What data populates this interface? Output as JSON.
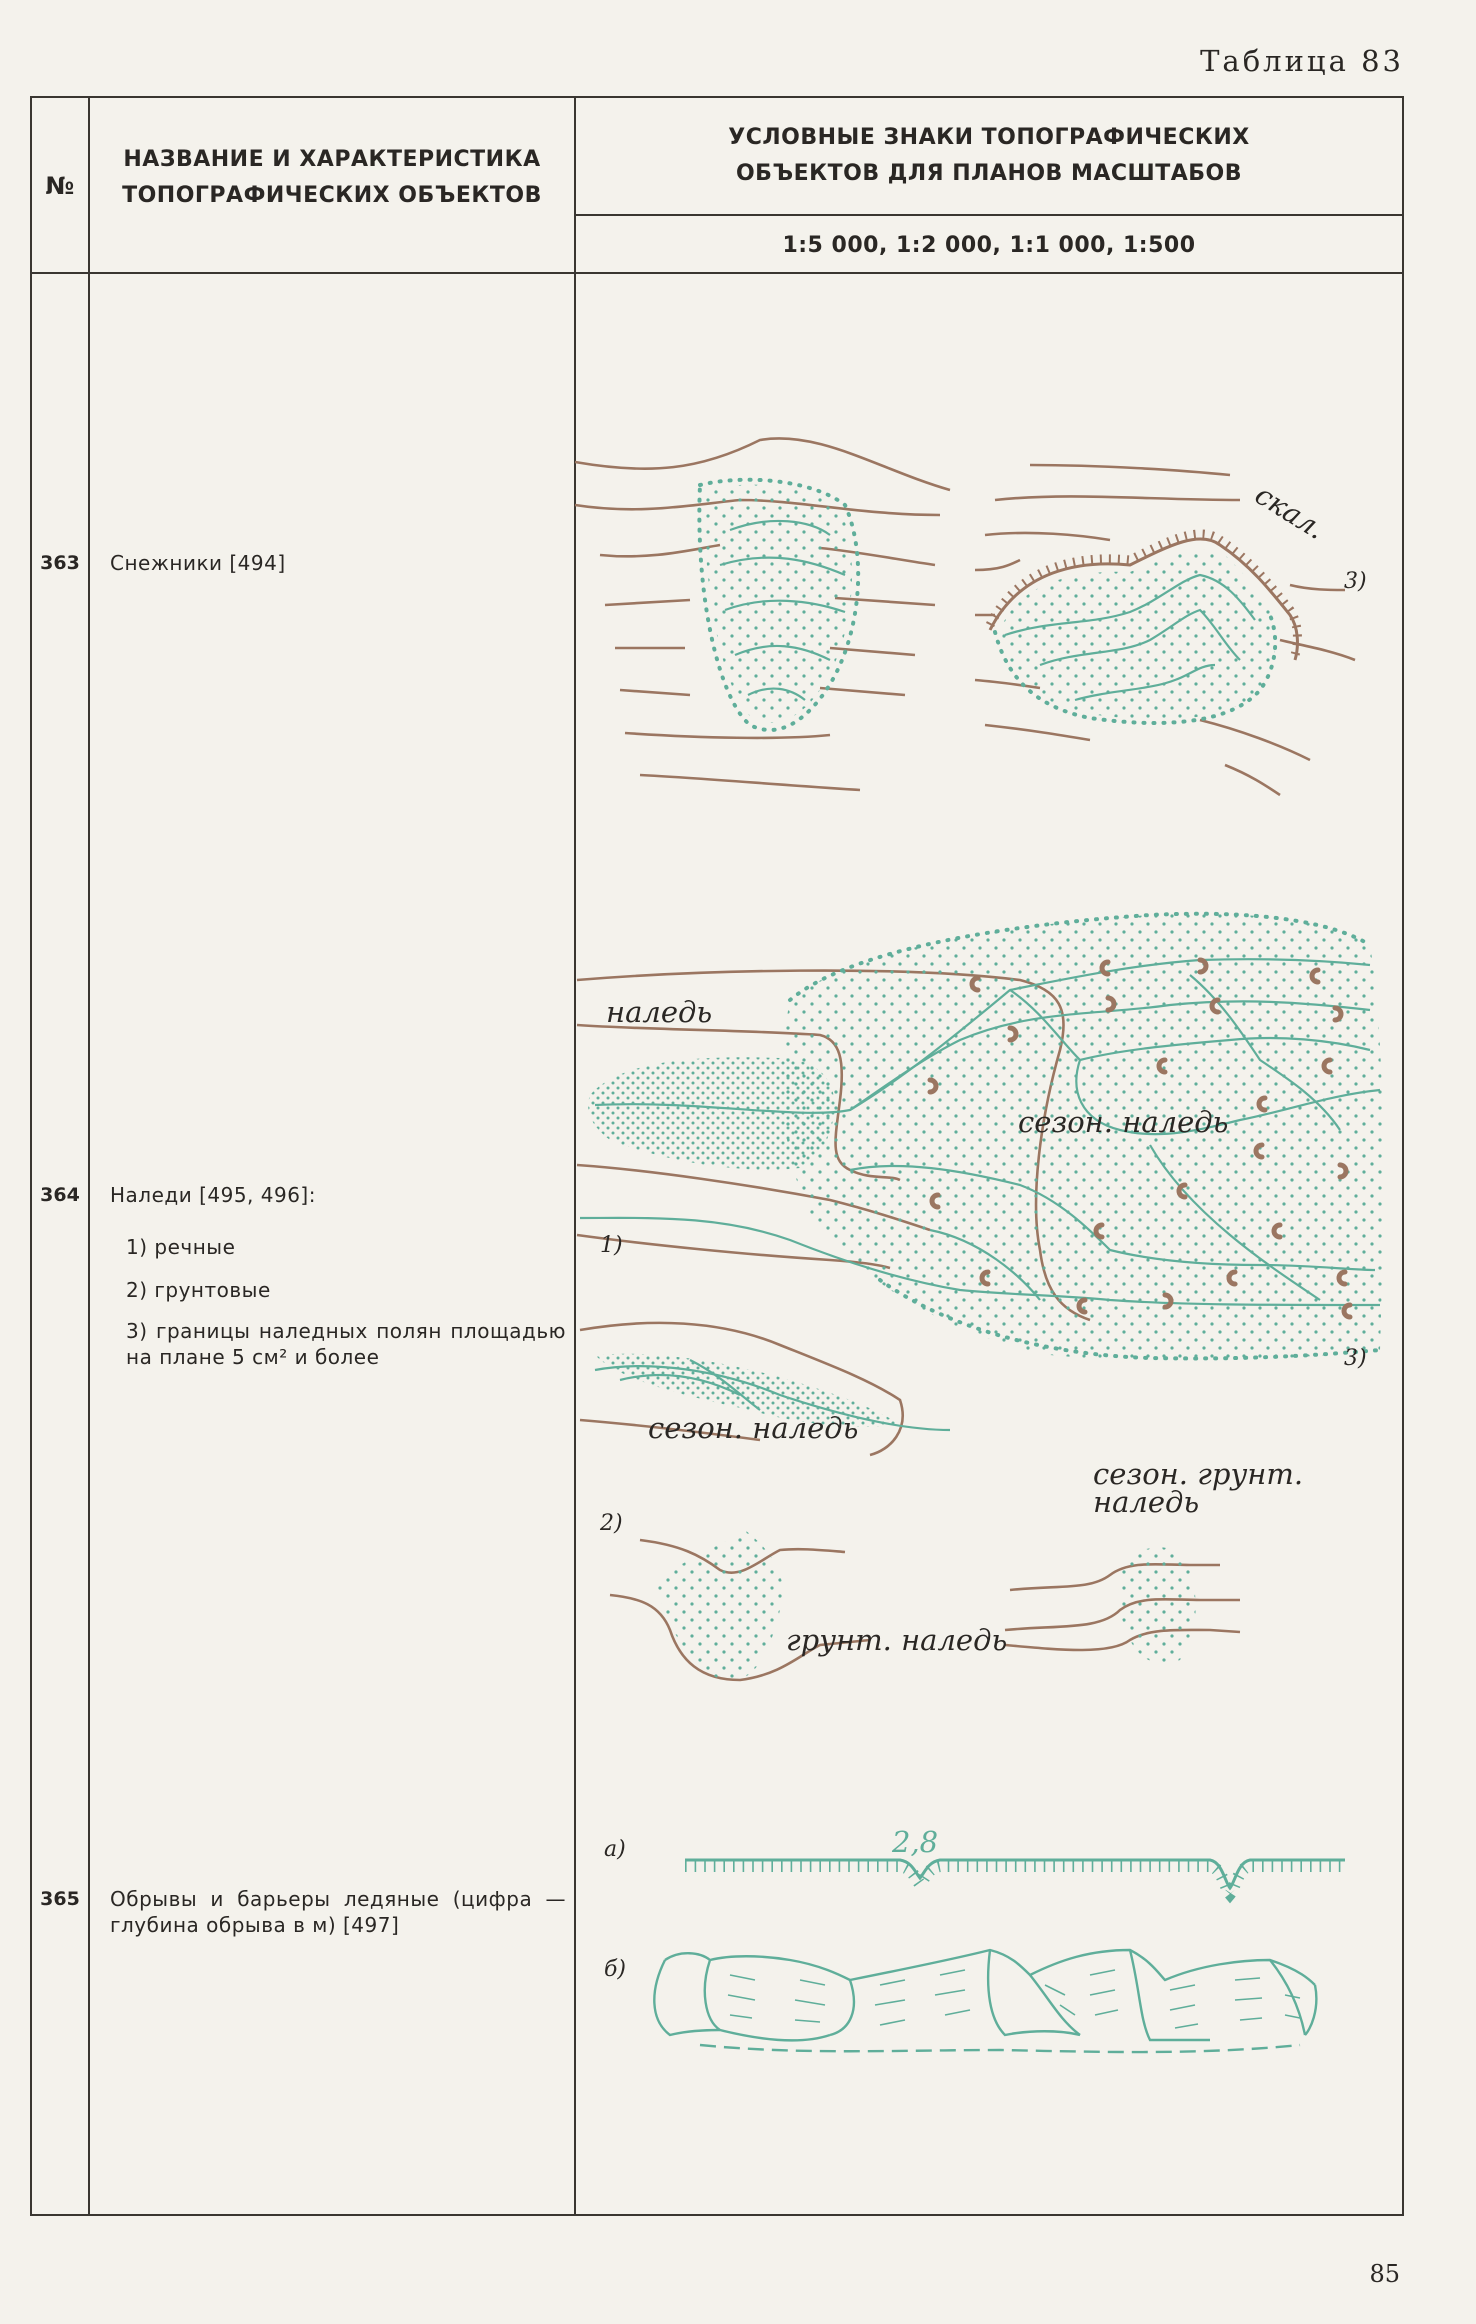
{
  "page": {
    "table_label": "Таблица 83",
    "page_number": "85"
  },
  "header": {
    "num": "№",
    "name_col": [
      "НАЗВАНИЕ И ХАРАКТЕРИСТИКА",
      "ТОПОГРАФИЧЕСКИХ ОБЪЕКТОВ"
    ],
    "symbols_col": [
      "УСЛОВНЫЕ ЗНАКИ ТОПОГРАФИЧЕСКИХ",
      "ОБЪЕКТОВ ДЛЯ ПЛАНОВ МАСШТАБОВ"
    ],
    "scales": "1:5 000, 1:2 000, 1:1 000, 1:500"
  },
  "rows": [
    {
      "num": "363",
      "name": "Снежники [494]",
      "labels": {
        "rock": "скал."
      }
    },
    {
      "num": "364",
      "name": "Наледи [495, 496]:",
      "items": [
        "1) речные",
        "2) грунтовые",
        "3) границы наледных полян площадью на плане 5 см² и более"
      ],
      "labels": {
        "naled": "наледь",
        "sezon_naled_1": "сезон. наледь",
        "sezon_naled_2": "сезон. наледь",
        "sezon_grunt": [
          "сезон. грунт.",
          "наледь"
        ],
        "grunt_naled": "грунт. наледь",
        "marker_1": "1)",
        "marker_2": "2)",
        "marker_3a": "3)",
        "marker_3b": "3)"
      }
    },
    {
      "num": "365",
      "name": "Обрывы и барьеры ледяные (цифра — глубина обрыва в м) [497]",
      "labels": {
        "a": "а)",
        "b": "б)",
        "depth": "2,8"
      }
    }
  ],
  "colors": {
    "ice": "#5fae9a",
    "contour": "#9b7661",
    "ink": "#2a2724",
    "paper": "#f4f2ec"
  }
}
